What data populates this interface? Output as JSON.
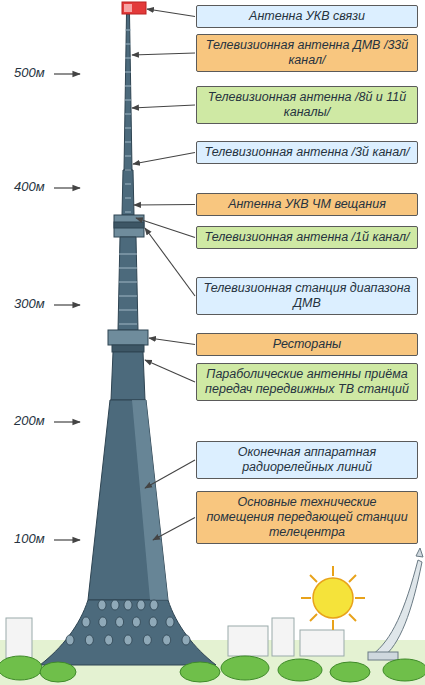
{
  "diagram": {
    "nodes": [
      {
        "text": [
          "Антенна УКВ связи"
        ]
      },
      {
        "text": [
          "Телевизионная антенна ДМВ /33й канал/"
        ]
      },
      {
        "text": [
          "Телевизионная антенна /8й и 11й каналы/"
        ]
      },
      {
        "text": [
          "Телевизионная антенна /3й канал/"
        ]
      },
      {
        "text": [
          "Антенна УКВ ЧМ вещания"
        ]
      },
      {
        "text": [
          "Телевизионная антенна /1й канал/"
        ]
      },
      {
        "text": [
          "Телевизионная станция диапазона ДМВ"
        ]
      },
      {
        "text": [
          "Рестораны"
        ]
      },
      {
        "text": [
          "Параболические антенны приёма передач передвижных ТВ станций"
        ]
      },
      {
        "text": [
          "Оконечная аппаратная радиорелейных линий"
        ]
      },
      {
        "text": [
          "Основные технические помещения передающей станции телецентра"
        ]
      }
    ],
    "labels": [
      "500м",
      "400м",
      "300м",
      "200м",
      "100м"
    ]
  }
}
